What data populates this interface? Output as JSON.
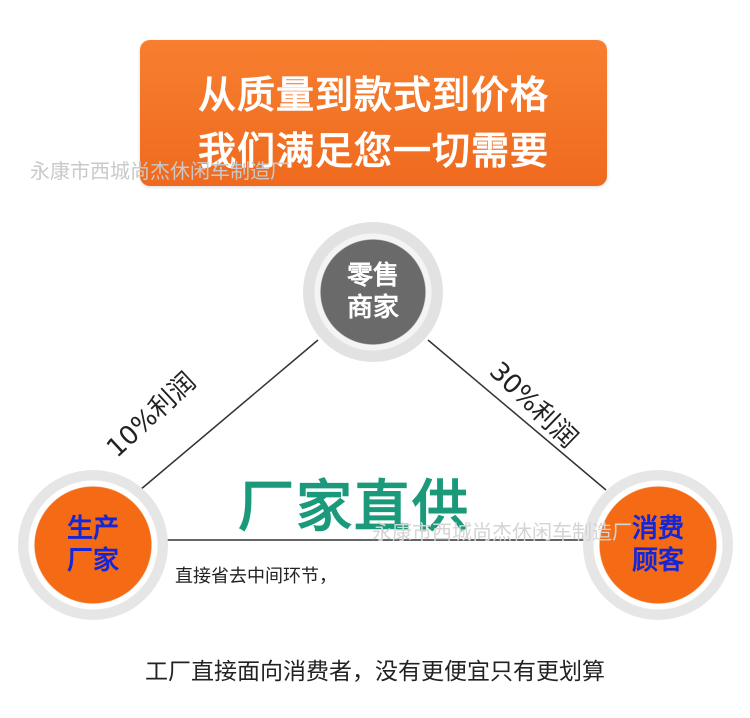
{
  "banner": {
    "line1": "从质量到款式到价格",
    "line2": "我们满足您一切需要"
  },
  "watermarks": {
    "top": "永康市西城尚杰休闲车制造厂",
    "bottom": "永康市西城尚杰休闲车制造厂"
  },
  "nodes": {
    "retailer": {
      "line1": "零售",
      "line2": "商家"
    },
    "manufacturer": {
      "line1": "生产",
      "line2": "厂家"
    },
    "consumer": {
      "line1": "消费",
      "line2": "顾客"
    }
  },
  "edges": {
    "left_label": "10%利润",
    "right_label": "30%利润"
  },
  "center": {
    "title": "厂家直供",
    "subtitle": "直接省去中间环节，"
  },
  "footer": {
    "text": "工厂直接面向消费者，没有更便宜只有更划算"
  },
  "colors": {
    "banner": "#f77f2f",
    "accent_orange": "#f46a15",
    "node_gray": "#6a6a6a",
    "title_green": "#1a9a7a",
    "node_text_blue": "#1426d6"
  }
}
